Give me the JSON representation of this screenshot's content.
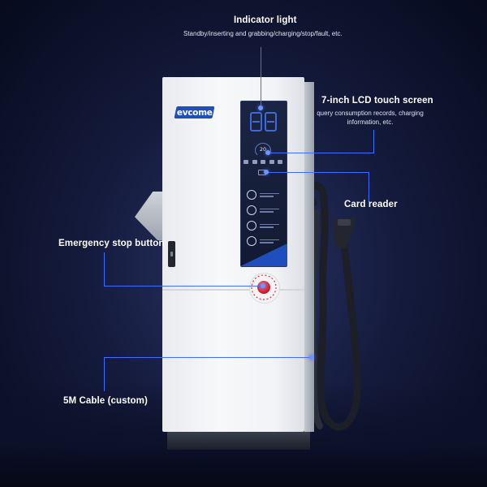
{
  "brand": {
    "logo_text": "evcome",
    "logo_color": "#1f4fbf"
  },
  "panel": {
    "display_value": "20"
  },
  "callouts": {
    "indicator": {
      "title": "Indicator light",
      "description": "Standby/inserting and grabbing/charging/stop/fault, etc."
    },
    "lcd": {
      "title": "7-inch LCD touch screen",
      "description_line1": "query consumption records, charging",
      "description_line2": "information, etc."
    },
    "card_reader": {
      "title": "Card reader"
    },
    "emergency_stop": {
      "title": "Emergency stop button"
    },
    "cable": {
      "title": "5M Cable (custom)"
    }
  },
  "colors": {
    "background": "#141b3d",
    "callout_line": "#3f6dff",
    "cabinet": "#f2f3f6",
    "panel": "#1b2442",
    "estop": "#d3202b"
  },
  "icons": [
    "indicator-digits-icon",
    "card-reader-icon",
    "emergency-stop-icon",
    "charging-gun-icon"
  ]
}
